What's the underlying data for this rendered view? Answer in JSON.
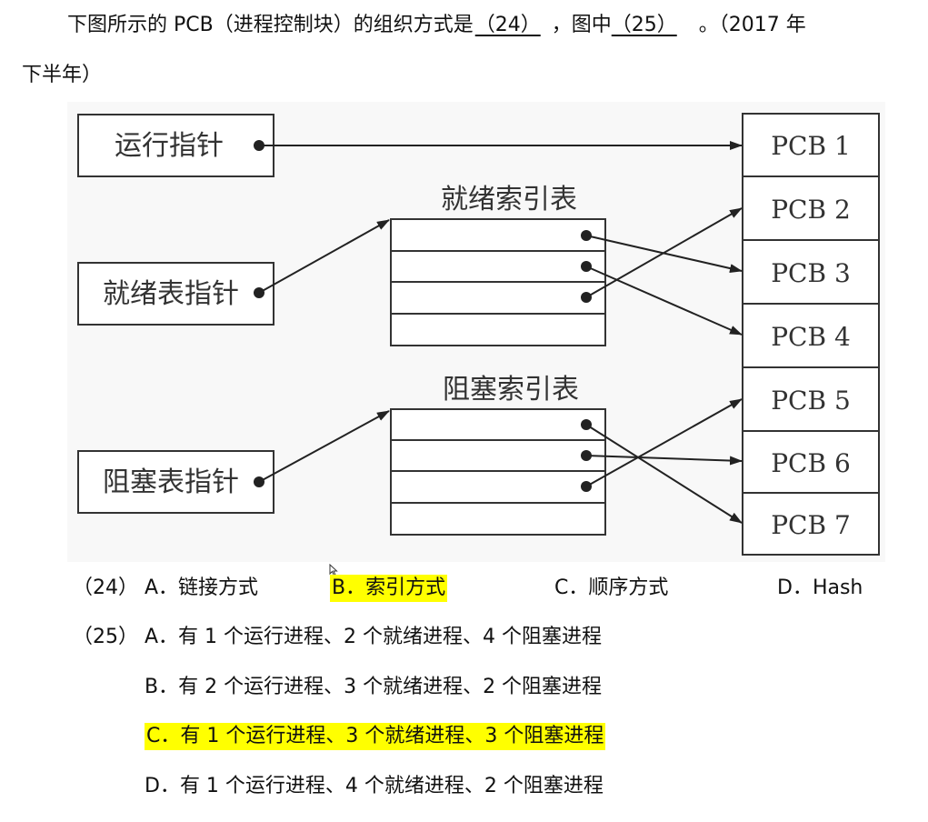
{
  "question": {
    "text_pre": "下图所示的 PCB（进程控制块）的组织方式是",
    "blank1": "（24）",
    "text_mid": "，图中",
    "blank2": "（25）",
    "text_post": "。（2017 年",
    "line2": "下半年）"
  },
  "figure": {
    "left_labels": {
      "run_pointer": "运行指针",
      "ready_pointer": "就绪表指针",
      "blocked_pointer": "阻塞表指针"
    },
    "ready_table_title": "就绪索引表",
    "blocked_table_title": "阻塞索引表",
    "pcbs": [
      "PCB 1",
      "PCB 2",
      "PCB 3",
      "PCB 4",
      "PCB 5",
      "PCB 6",
      "PCB 7"
    ]
  },
  "q24": {
    "num": "（24）",
    "options": [
      {
        "text": "A．链接方式",
        "highlight": false
      },
      {
        "text": "B．索引方式",
        "highlight": true
      },
      {
        "text": "C．顺序方式",
        "highlight": false
      },
      {
        "text": "D．Hash",
        "highlight": false
      }
    ]
  },
  "q25": {
    "num": "（25）",
    "options": [
      {
        "text": "A．有 1 个运行进程、2 个就绪进程、4 个阻塞进程",
        "highlight": false
      },
      {
        "text": "B．有 2 个运行进程、3 个就绪进程、2 个阻塞进程",
        "highlight": false
      },
      {
        "text": "C．有 1 个运行进程、3 个就绪进程、3 个阻塞进程",
        "highlight": true
      },
      {
        "text": "D．有 1 个运行进程、4 个就绪进程、2 个阻塞进程",
        "highlight": false
      }
    ]
  },
  "colors": {
    "highlight": "#ffff00",
    "figure_background": "#f8f8f8",
    "line": "#222222"
  }
}
